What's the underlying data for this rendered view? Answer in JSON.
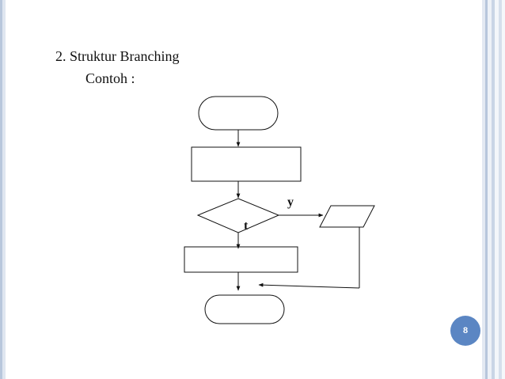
{
  "slide": {
    "heading": "2. Struktur Branching",
    "subheading": "Contoh :",
    "page_number": "8"
  },
  "flowchart": {
    "yes_label": "y",
    "no_label": "t"
  },
  "colors": {
    "accent": "#5b86c3",
    "line": "#111111"
  }
}
